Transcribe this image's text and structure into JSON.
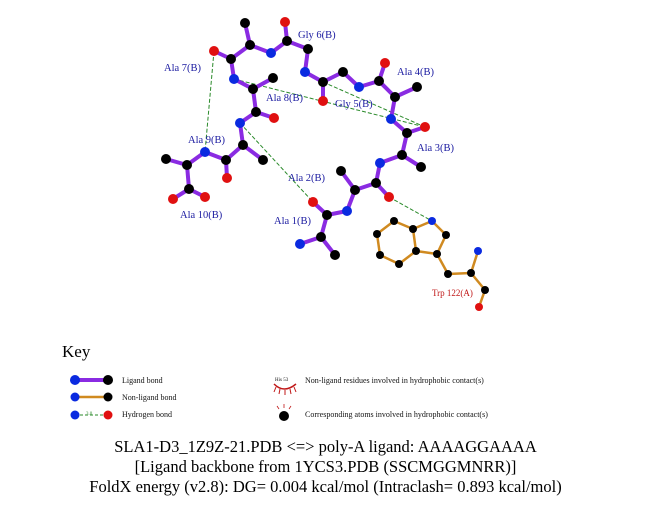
{
  "colors": {
    "ligand_bond": "#8a2be2",
    "non_ligand_bond": "#d08a20",
    "nitrogen": "#0a2ae0",
    "oxygen": "#e01010",
    "carbon": "#000000",
    "hbond": "#2a8a2a",
    "label": "#1a1aa0",
    "protein_label": "#c01818"
  },
  "residue_labels": {
    "gly6": "Gly 6(B)",
    "ala7": "Ala 7(B)",
    "ala4": "Ala 4(B)",
    "ala8": "Ala 8(B)",
    "gly5": "Gly 5(B)",
    "ala3": "Ala 3(B)",
    "ala9": "Ala 9(B)",
    "ala2": "Ala 2(B)",
    "ala10": "Ala 10(B)",
    "ala1": "Ala 1(B)",
    "trp122": "Trp 122(A)"
  },
  "key": {
    "title": "Key",
    "ligand_bond": "Ligand bond",
    "non_ligand_bond": "Non-ligand bond",
    "hydrogen_bond": "Hydrogen bond",
    "hbond_distance": "3.0",
    "hydrophobic_residue_example": "His 53",
    "hydrophobic_residues": "Non-ligand residues involved in hydrophobic contact(s)",
    "hydrophobic_atoms": "Corresponding atoms involved in hydrophobic contact(s)"
  },
  "footer": {
    "line1": "SLA1-D3_1Z9Z-21.PDB <=> poly-A ligand: AAAAGGAAAA",
    "line2": "[Ligand backbone from 1YCS3.PDB (SSCMGGMNRR)]",
    "line3": "FoldX energy (v2.8): DG= 0.004 kcal/mol (Intraclash= 0.893 kcal/mol)"
  }
}
